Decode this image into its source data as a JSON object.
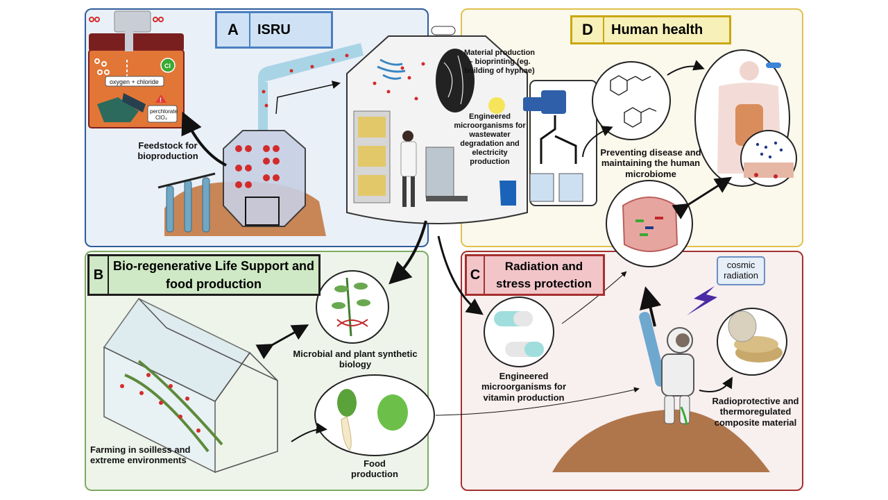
{
  "panels": {
    "A": {
      "letter": "A",
      "title": "ISRU"
    },
    "B": {
      "letter": "B",
      "title": "Bio-regenerative Life Support and food production"
    },
    "C": {
      "letter": "C",
      "title": "Radiation and stress protection"
    },
    "D": {
      "letter": "D",
      "title": "Human health"
    }
  },
  "labels": {
    "feedstock": "Feedstock for bioproduction",
    "material": "Material production – bioprinting (eg. building of hyphae)",
    "engineered_wastewater": "Engineered microorganisms for wastewater degradation and electricity production",
    "preventing": "Preventing disease and maintaining the human microbiome",
    "microbial_plant": "Microbial and plant synthetic biology",
    "farming": "Farming in soilless and extreme environments",
    "food": "Food production",
    "vitamins": "Engineered microorganisms for vitamin production",
    "cosmic": "cosmic radiation",
    "radioprotective": "Radioprotective and thermoregulated composite material"
  },
  "inset": {
    "oxygen_chloride": "oxygen + chloride",
    "cl": "Cl",
    "perchlorate": "perchlorate",
    "clo4": "ClO₄",
    "warning": "!"
  },
  "colors": {
    "panelA": "#2e5c9a",
    "panelB": "#7bab62",
    "panelC": "#a3302f",
    "panelD": "#e0c04c",
    "mars": "#c47a45",
    "oxygen": "#d22b2b"
  }
}
